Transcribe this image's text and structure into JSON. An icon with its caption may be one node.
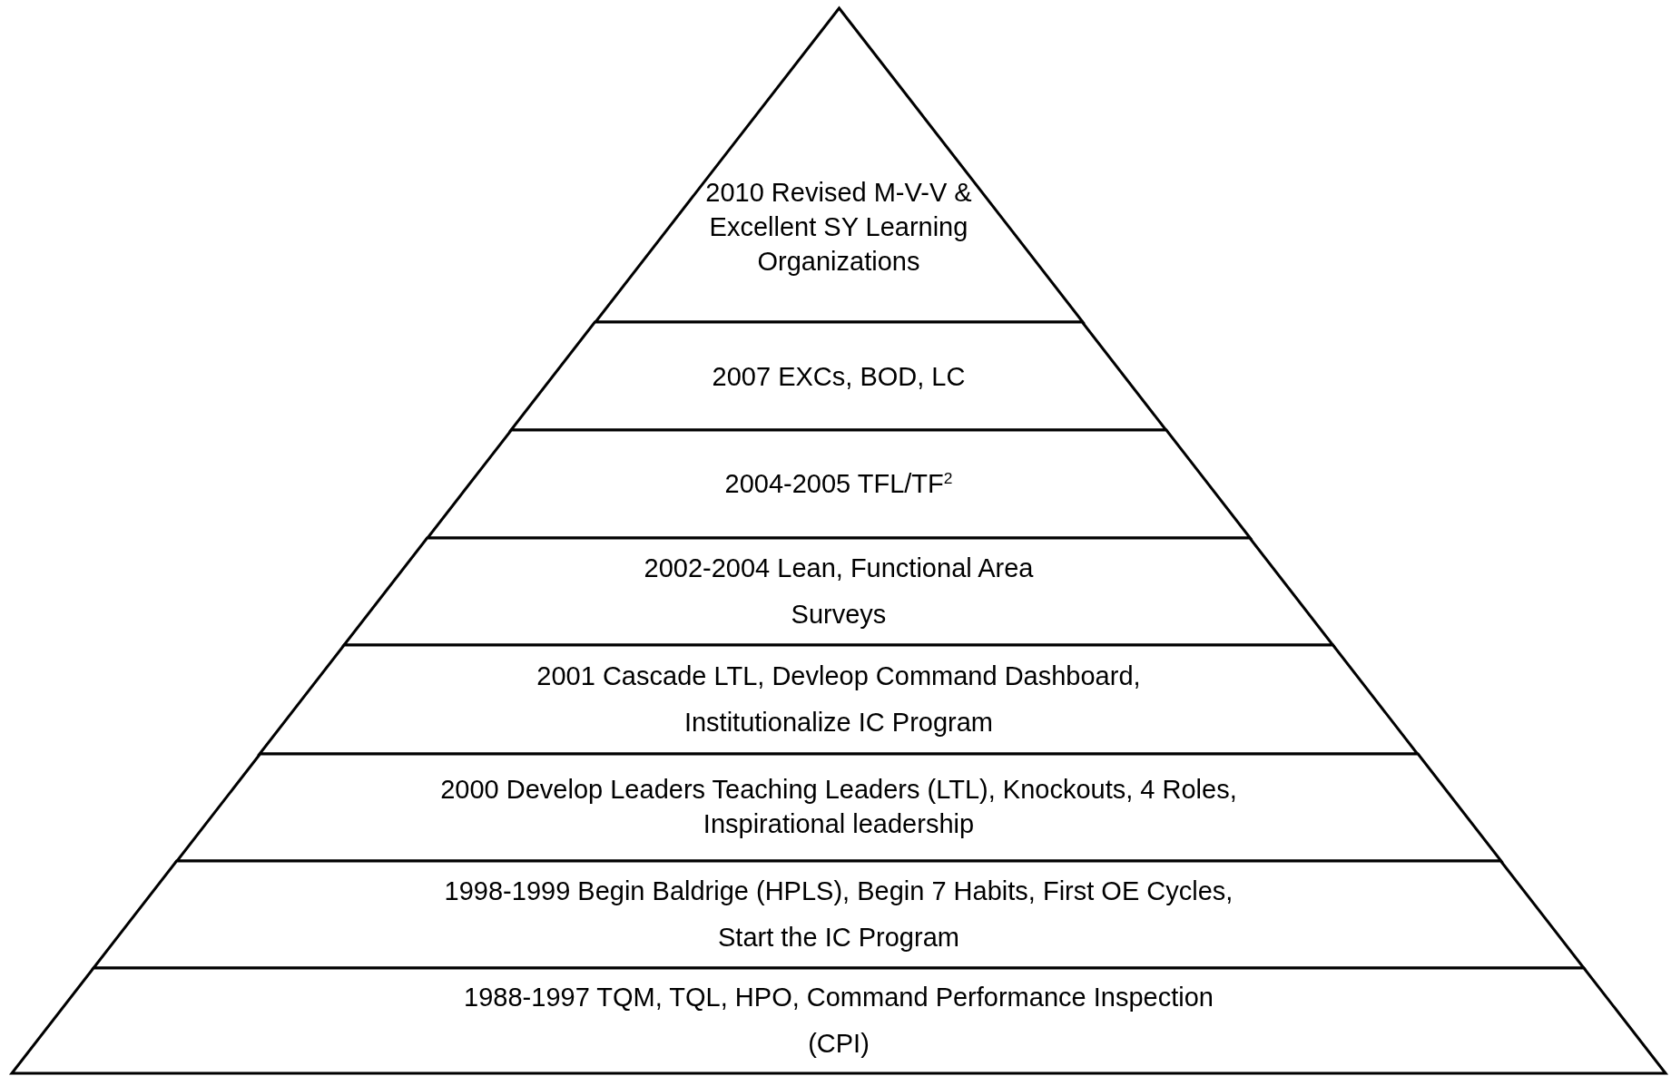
{
  "diagram": {
    "nodes": [
      {
        "text": [
          "2010 Revised M-V-V & Excellent SY Learning Organizations"
        ]
      },
      {
        "text": [
          "2007 EXCs, BOD, LC"
        ]
      },
      {
        "text": [
          "2004-2005 TFL/TF$^{2}$"
        ]
      },
      {
        "text": [
          "2002-2004 Lean, Functional Area Surveys"
        ]
      },
      {
        "text": [
          "2001 Cascade LTL, Devleop Command Dashboard, Institutionalize IC Program"
        ]
      },
      {
        "text": [
          "2000 Develop Leaders Teaching Leaders (LTL), Knockouts, 4 Roles, Inspirational leadership"
        ]
      },
      {
        "text": [
          "1998-1999 Begin Baldrige (HPLS), Begin 7 Habits, First OE Cycles, Start the IC Program"
        ]
      },
      {
        "text": [
          "1988-1997 TQM, TQL, HPO, Command Performance Inspection (CPI)"
        ]
      }
    ],
    "edges": []
  }
}
